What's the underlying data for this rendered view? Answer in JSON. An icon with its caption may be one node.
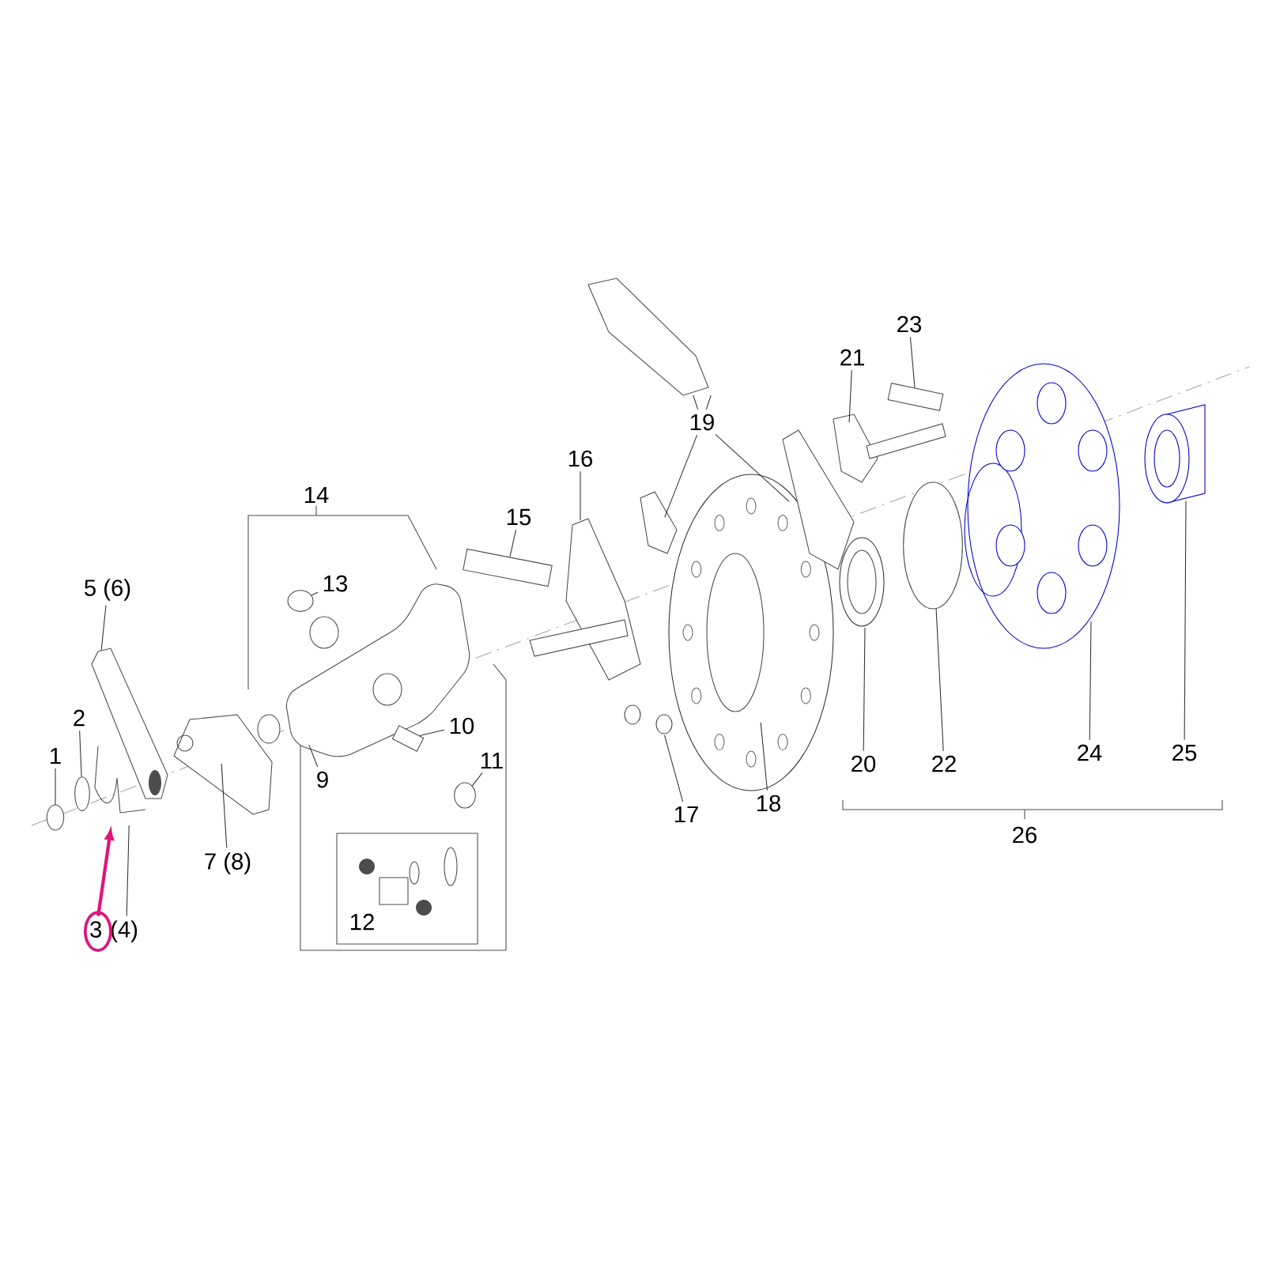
{
  "diagram": {
    "nodes": [
      {
        "text": [
          "1"
        ]
      },
      {
        "text": [
          "2"
        ]
      },
      {
        "text": [
          "5 (6)"
        ]
      },
      {
        "text": [
          "3",
          "(4)"
        ]
      },
      {
        "text": [
          "7 (8)"
        ]
      },
      {
        "text": [
          "9"
        ]
      },
      {
        "text": [
          "10"
        ]
      },
      {
        "text": [
          "11"
        ]
      },
      {
        "text": [
          "12"
        ]
      },
      {
        "text": [
          "13"
        ]
      },
      {
        "text": [
          "14"
        ]
      },
      {
        "text": [
          "15"
        ]
      },
      {
        "text": [
          "16"
        ]
      },
      {
        "text": [
          "17"
        ]
      },
      {
        "text": [
          "18"
        ]
      },
      {
        "text": [
          "19"
        ]
      },
      {
        "text": [
          "20"
        ]
      },
      {
        "text": [
          "21"
        ]
      },
      {
        "text": [
          "22"
        ]
      },
      {
        "text": [
          "23"
        ]
      },
      {
        "text": [
          "24"
        ]
      },
      {
        "text": [
          "25"
        ]
      },
      {
        "text": [
          "26"
        ]
      },
      {
        "text": [],
        "shape": "circle"
      },
      {
        "text": [],
        "shape": "circle"
      },
      {
        "text": [],
        "shape": "picture"
      },
      {
        "text": [],
        "shape": "picture"
      },
      {
        "text": [],
        "shape": "picture"
      },
      {
        "text": [],
        "shape": "circle"
      },
      {
        "text": [],
        "shape": "picture"
      },
      {
        "text": [],
        "shape": "box"
      },
      {
        "text": [],
        "shape": "circle"
      },
      {
        "text": [],
        "shape": "box"
      },
      {
        "text": [],
        "shape": "picture"
      },
      {
        "text": [],
        "shape": "picture"
      },
      {
        "text": [],
        "shape": "picture"
      },
      {
        "text": [],
        "shape": "picture"
      },
      {
        "text": [],
        "shape": "picture"
      },
      {
        "text": [],
        "shape": "picture"
      },
      {
        "text": [],
        "shape": "picture"
      },
      {
        "text": [],
        "shape": "picture"
      },
      {
        "text": [],
        "shape": "box"
      },
      {
        "text": [],
        "shape": "circle"
      },
      {
        "text": [],
        "shape": "picture"
      },
      {
        "text": [],
        "shape": "picture"
      }
    ],
    "edges": [
      {
        "from": 0,
        "to": 23,
        "arrow": "none"
      },
      {
        "from": 1,
        "to": 24,
        "arrow": "none"
      },
      {
        "from": 2,
        "to": 26,
        "arrow": "none"
      },
      {
        "from": 3,
        "to": 25,
        "arrow": "none"
      },
      {
        "from": 3,
        "to": 25,
        "arrow": "to",
        "style": "thick",
        "color": "#e0157a"
      },
      {
        "from": 4,
        "to": 27,
        "arrow": "none"
      },
      {
        "from": 5,
        "to": 29,
        "arrow": "none"
      },
      {
        "from": 6,
        "to": 30,
        "arrow": "none"
      },
      {
        "from": 7,
        "to": 31,
        "arrow": "none"
      },
      {
        "from": 9,
        "to": 28,
        "arrow": "none"
      },
      {
        "from": 11,
        "to": 32,
        "arrow": "none"
      },
      {
        "from": 12,
        "to": 33,
        "arrow": "none"
      },
      {
        "from": 13,
        "to": 36,
        "arrow": "none"
      },
      {
        "from": 14,
        "to": 37,
        "arrow": "none"
      },
      {
        "from": 15,
        "to": 34,
        "arrow": "none"
      },
      {
        "from": 15,
        "to": 34,
        "arrow": "none"
      },
      {
        "from": 15,
        "to": 35,
        "arrow": "none"
      },
      {
        "from": 15,
        "to": 38,
        "arrow": "none"
      },
      {
        "from": 16,
        "to": 39,
        "arrow": "none"
      },
      {
        "from": 17,
        "to": 40,
        "arrow": "none"
      },
      {
        "from": 18,
        "to": 42,
        "arrow": "none"
      },
      {
        "from": 19,
        "to": 41,
        "arrow": "none"
      },
      {
        "from": 20,
        "to": 43,
        "arrow": "none"
      },
      {
        "from": 21,
        "to": 44,
        "arrow": "none"
      }
    ]
  }
}
